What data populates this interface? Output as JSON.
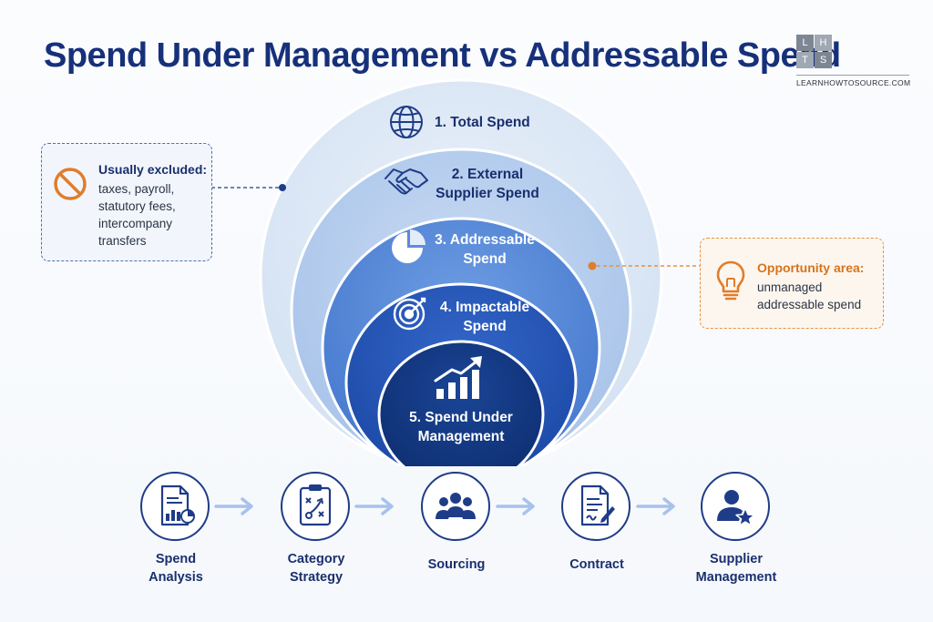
{
  "title": "Spend Under Management vs Addressable Spend",
  "logo": {
    "letters": [
      "L",
      "H",
      "T",
      "S"
    ],
    "url": "LEARNHOWTOSOURCE.COM"
  },
  "layers": [
    {
      "label": "1. Total Spend",
      "icon": "globe-icon"
    },
    {
      "label": "2. External\nSupplier Spend",
      "icon": "handshake-icon"
    },
    {
      "label": "3. Addressable\nSpend",
      "icon": "pie-chart-icon"
    },
    {
      "label": "4. Impactable\nSpend",
      "icon": "target-icon"
    },
    {
      "label": "5. Spend Under\nManagement",
      "icon": "growth-chart-icon"
    }
  ],
  "callouts": {
    "excluded": {
      "title": "Usually excluded:",
      "body": "taxes, payroll,\nstatutory fees,\nintercompany\ntransfers",
      "icon": "prohibited-icon"
    },
    "opportunity": {
      "title": "Opportunity area:",
      "body": "unmanaged\naddressable spend",
      "icon": "lightbulb-icon"
    }
  },
  "process": [
    {
      "label": "Spend\nAnalysis",
      "icon": "report-icon"
    },
    {
      "label": "Category\nStrategy",
      "icon": "clipboard-strategy-icon"
    },
    {
      "label": "Sourcing",
      "icon": "team-icon"
    },
    {
      "label": "Contract",
      "icon": "contract-icon"
    },
    {
      "label": "Supplier\nManagement",
      "icon": "supplier-star-icon"
    }
  ],
  "colors": {
    "navy": "#16307a",
    "layer1": "#dde8f6",
    "layer2": "#bcd2ee",
    "layer3": "#5d8fdb",
    "layer4": "#2a5cc2",
    "layer5": "#123a86",
    "orange": "#e6913f"
  }
}
